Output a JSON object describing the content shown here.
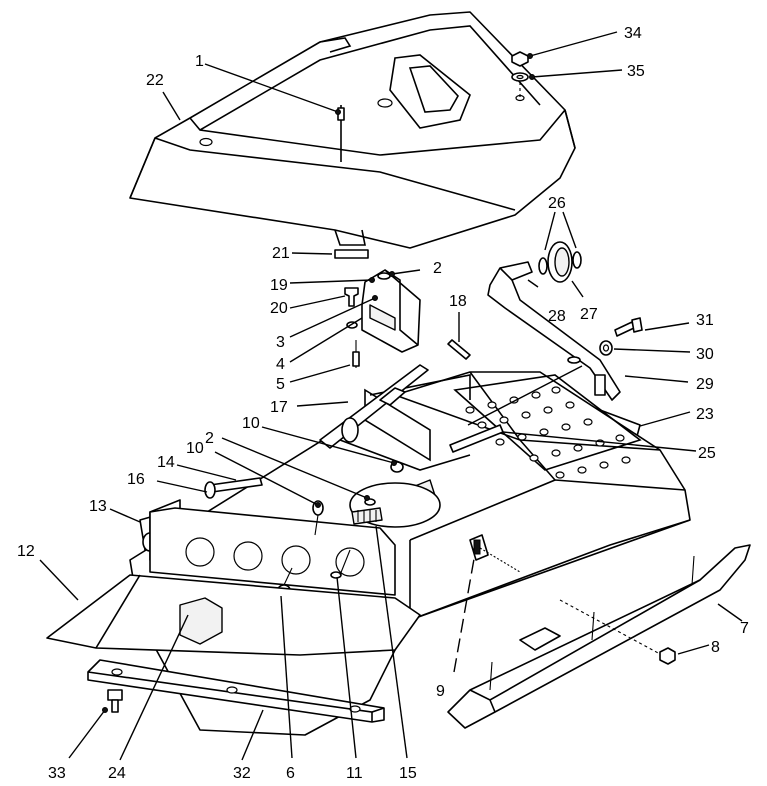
{
  "callouts": [
    "1",
    "2",
    "2",
    "3",
    "4",
    "5",
    "6",
    "7",
    "8",
    "9",
    "10",
    "10",
    "11",
    "12",
    "13",
    "14",
    "15",
    "16",
    "17",
    "18",
    "19",
    "20",
    "21",
    "22",
    "23",
    "24",
    "25",
    "26",
    "27",
    "28",
    "29",
    "30",
    "31",
    "32",
    "33",
    "34",
    "35"
  ]
}
